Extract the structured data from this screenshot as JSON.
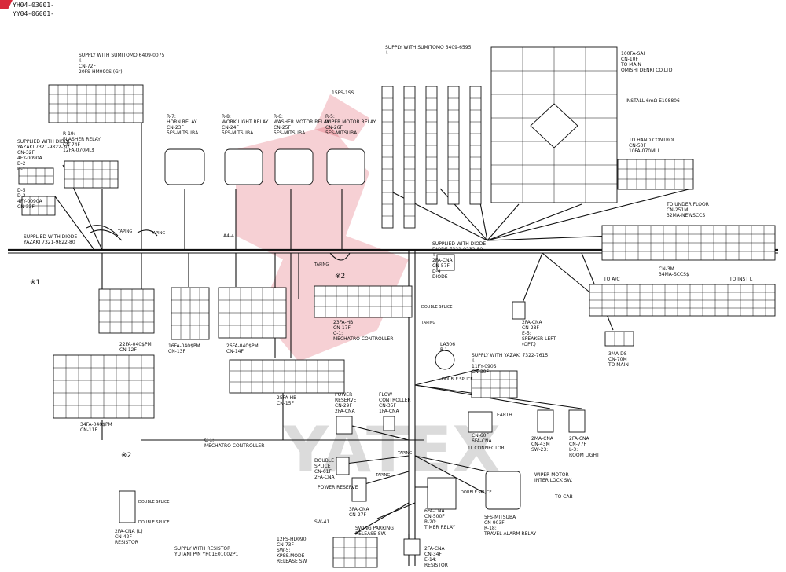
{
  "header": {
    "codes": [
      "YH04-03001-",
      "YY04-06001-"
    ]
  },
  "markers": {
    "ref1": "※1",
    "ref2": "※2"
  },
  "connectors": [
    {
      "name": "cn-72f",
      "lines": [
        "SUPPLY WITH SUMITOMO 6409-0075",
        "⇩",
        "CN-72F",
        "20FS-HM090S (Gr)"
      ]
    },
    {
      "name": "r-19",
      "lines": [
        "R-19:",
        "FLASHER RELAY",
        "CN-74F",
        "12FA-070ML$"
      ]
    },
    {
      "name": "cn-32f",
      "lines": [
        "SUPPLIED WITH DIODE",
        "YAZAKI 7321-9822-30",
        "CN-32F",
        "4FY-0090A",
        "D-2",
        "D-1"
      ]
    },
    {
      "name": "cn-33f",
      "lines": [
        "D-5",
        "D-3",
        "4FY-0090A",
        "CN-33F"
      ]
    },
    {
      "name": "diode-note",
      "lines": [
        "SUPPLIED WITH DIODE",
        "YAZAKI 7321-9822-80"
      ]
    },
    {
      "name": "r-7",
      "lines": [
        "R-7:",
        "HORN RELAY",
        "CN-23F",
        "5FS-MITSUBA"
      ]
    },
    {
      "name": "r-8",
      "lines": [
        "R-8:",
        "WORK LIGHT RELAY",
        "CN-24F",
        "5FS-MITSUBA"
      ]
    },
    {
      "name": "r-6",
      "lines": [
        "R-6:",
        "WASHER MOTOR RELAY",
        "CN-25F",
        "5FS-MITSUBA"
      ]
    },
    {
      "name": "r-5",
      "lines": [
        "R-5:",
        "WIPER MOTOR RELAY",
        "CN-26F",
        "5FS-MITSUBA"
      ]
    },
    {
      "name": "fs15",
      "lines": [
        "15FS-1SS"
      ]
    },
    {
      "name": "sumitomo-top",
      "lines": [
        "SUPPLY WITH SUMITOMO 6409-6595",
        "⇩"
      ]
    },
    {
      "name": "cn-10f",
      "lines": [
        "100FA-SAI",
        "CN-10F",
        "TO MAIN",
        "OMISHI DENKI CO.LTD"
      ]
    },
    {
      "name": "install",
      "lines": [
        "INSTALL 6mΩ E198806"
      ]
    },
    {
      "name": "cn-50f",
      "lines": [
        "TO HAND CONTROL",
        "CN-50F",
        "10FA-070MLI"
      ]
    },
    {
      "name": "cn-251m",
      "lines": [
        "TO UNDER FLOOR",
        "CN-251M",
        "32MA-NEWSCCS"
      ]
    },
    {
      "name": "cn-3m",
      "lines": [
        "CN-3M",
        "34MA-SCCS$"
      ]
    },
    {
      "name": "to-ac",
      "lines": [
        "TO A/C"
      ]
    },
    {
      "name": "to-inst",
      "lines": [
        "TO INST L"
      ]
    },
    {
      "name": "cn-70m",
      "lines": [
        "3MA-DS",
        "CN-70M",
        "TO MAIN"
      ]
    },
    {
      "name": "cn-12f",
      "lines": [
        "22FA-040$PM",
        "CN-12F"
      ]
    },
    {
      "name": "cn-13f",
      "lines": [
        "16FA-040$PM",
        "CN-13F"
      ]
    },
    {
      "name": "cn-14f",
      "lines": [
        "26FA-040$PM",
        "CN-14F"
      ]
    },
    {
      "name": "cn-17f",
      "lines": [
        "23FA-HB",
        "CN-17F",
        "C-1:",
        "MECHATRO CONTROLLER"
      ]
    },
    {
      "name": "cn-57f",
      "lines": [
        "SUPPLIED WITH DIODE",
        "DIODE-7321-0232-80",
        "⇩",
        "2FA-CNA",
        "CN-57F",
        "D-4",
        "DIODE"
      ]
    },
    {
      "name": "cn-28f",
      "lines": [
        "2FA-CNA",
        "CN-28F",
        "E-5:",
        "SPEAKER LEFT",
        "(OPT.)"
      ]
    },
    {
      "name": "cn-11f",
      "lines": [
        "34FA-040$PM",
        "CN-11F"
      ]
    },
    {
      "name": "cn-15f",
      "lines": [
        "25FA-HB",
        "CN-15F"
      ]
    },
    {
      "name": "c-1",
      "lines": [
        "C-1:",
        "MECHATRO CONTROLLER"
      ]
    },
    {
      "name": "la",
      "lines": [
        "LA306",
        "P-1"
      ]
    },
    {
      "name": "cn-30f",
      "lines": [
        "SUPPLY WITH YAZAKI 7322-7615",
        "⇩",
        "11FY-090S",
        "CN-30F"
      ]
    },
    {
      "name": "earth",
      "lines": [
        "EARTH"
      ]
    },
    {
      "name": "cn-60f",
      "lines": [
        "CN-60F",
        "6FA-CNA"
      ]
    },
    {
      "name": "it-conn",
      "lines": [
        "IT CONNECTOR"
      ]
    },
    {
      "name": "cn-43m",
      "lines": [
        "2MA-CNA",
        "CN-43M",
        "SW-23:"
      ]
    },
    {
      "name": "cn-77f",
      "lines": [
        "2FA-CNA",
        "CN-77F",
        "L-3:",
        "ROOM LIGHT"
      ]
    },
    {
      "name": "power-reserve",
      "lines": [
        "POWER",
        "RESERVE",
        "CN-29F",
        "2FA-CNA"
      ]
    },
    {
      "name": "flow-ctrl",
      "lines": [
        "FLOW",
        "CONTROLLER",
        "CN-35F",
        "1FA-CNA"
      ]
    },
    {
      "name": "cn-61f",
      "lines": [
        "DOUBLE",
        "SPLICE",
        "CN-61F",
        "2FA-CNA"
      ]
    },
    {
      "name": "power-reserve2",
      "lines": [
        "POWER RESERVE"
      ]
    },
    {
      "name": "cn-27f",
      "lines": [
        "3FA-CNA",
        "CN-27F"
      ]
    },
    {
      "name": "sw-41",
      "lines": [
        "SW-41"
      ]
    },
    {
      "name": "swing",
      "lines": [
        "SWING PARKING",
        "RELEASE SW."
      ]
    },
    {
      "name": "cn-500f",
      "lines": [
        "6FA-CNA",
        "CN-500F",
        "R-20:",
        "TIMER RELAY"
      ]
    },
    {
      "name": "cn-903f",
      "lines": [
        "5FS-MITSUBA",
        "CN-903F",
        "R-18:",
        "TRAVEL ALARM RELAY"
      ]
    },
    {
      "name": "wiper-motor",
      "lines": [
        "WIPER MOTOR",
        "INTER LOCK SW."
      ]
    },
    {
      "name": "to-cab",
      "lines": [
        "TO CAB"
      ]
    },
    {
      "name": "cn-73f",
      "lines": [
        "12FS-HD090",
        "CN-73F",
        "SW-5:",
        "KPSS.MODE",
        "RELEASE SW."
      ]
    },
    {
      "name": "cn-34f",
      "lines": [
        "2FA-CNA",
        "CN-34F",
        "E-14:",
        "RESISTOR"
      ]
    },
    {
      "name": "cn-42f",
      "lines": [
        "2FA-CNA (L)",
        "CN-42F",
        "RESISTOR"
      ]
    },
    {
      "name": "resistor",
      "lines": [
        "SUPPLY WITH RESISTOR",
        "YUTANI P/N YR01E01002P1"
      ]
    }
  ],
  "annotations": {
    "taping": "TAPING",
    "double_splice": "DOUBLE SPLICE",
    "a44": "A4-4"
  },
  "watermark": {
    "text": "YATEX",
    "accent": "#d8283a"
  }
}
